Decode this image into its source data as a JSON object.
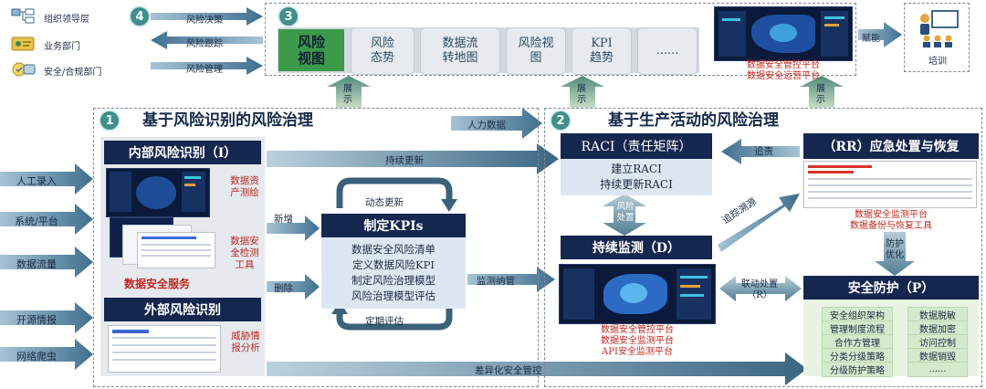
{
  "top_left": {
    "legend": [
      {
        "label": "组织领导层",
        "icon": "org-chart-icon"
      },
      {
        "label": "业务部门",
        "icon": "business-icon"
      },
      {
        "label": "安全/合规部门",
        "icon": "security-icon"
      }
    ],
    "badge_4": "4",
    "arrows": [
      "风险决策",
      "风险跟踪",
      "风险管理"
    ]
  },
  "top_panel": {
    "badge_3": "3",
    "risk_view": "风险\n视图",
    "tiles": [
      "风险\n态势",
      "数据流\n转地图",
      "风险视\n图",
      "KPI\n趋势",
      "......"
    ],
    "platform_caption": "数据安全管控平台\n数据安全运营平台",
    "empower_arrow": "赋能",
    "training": "培训"
  },
  "show_arrows": [
    "展\n示",
    "展\n示",
    "展\n示"
  ],
  "left_section": {
    "badge_1": "1",
    "title": "基于风险识别的风险治理",
    "internal_title": "内部风险识别（I）",
    "caption_asset": "数据资\n产测绘",
    "caption_detect": "数据安\n全检测\n工具",
    "service": "数据安全服务",
    "external_title": "外部风险识别",
    "caption_threat": "威胁情\n报分析"
  },
  "inputs": [
    "人工录入",
    "系统/平台",
    "数据流量",
    "开源情报",
    "网络爬虫"
  ],
  "kpi": {
    "top_loop": "动态更新",
    "title": "制定KPIs",
    "items": [
      "数据安全风险清单",
      "定义数据风险KPI",
      "制定风险治理模型",
      "风险治理模型评估"
    ],
    "bottom_loop": "定期评估",
    "add_arrow": "新增",
    "delete_arrow": "删除"
  },
  "long_arrows": {
    "human_data": "人力数据",
    "continuous_update": "持续更新",
    "monitor": "监测纳管",
    "diff_control": "差异化安全管控"
  },
  "right_section": {
    "badge_2": "2",
    "title": "基于生产活动的风险治理",
    "raci_title": "RACI（责任矩阵）",
    "raci_items": [
      "建立RACI",
      "持续更新RACI"
    ],
    "risk_handle": "风险\n处置",
    "monitor_title": "持续监测（D）",
    "monitor_caption": "数据安全管控平台\n数据安全监测平台\nAPI安全监测平台",
    "rr_title": "（RR）应急处置与恢复",
    "rr_caption": "数据安全监测平台\n数据备份与恢复工具",
    "accountability": "追责",
    "trace": "追踪溯源",
    "protect_opt": "防护\n优化",
    "linkage": "联动处置\n（R）",
    "protect_title": "安全防护（P）",
    "protect_left": [
      "安全组织架构",
      "管理制度流程",
      "合作方管理",
      "分类分级策略",
      "分级防护策略"
    ],
    "protect_right": [
      "数据脱敏",
      "数据加密",
      "访问控制",
      "数据销毁",
      "......"
    ]
  }
}
